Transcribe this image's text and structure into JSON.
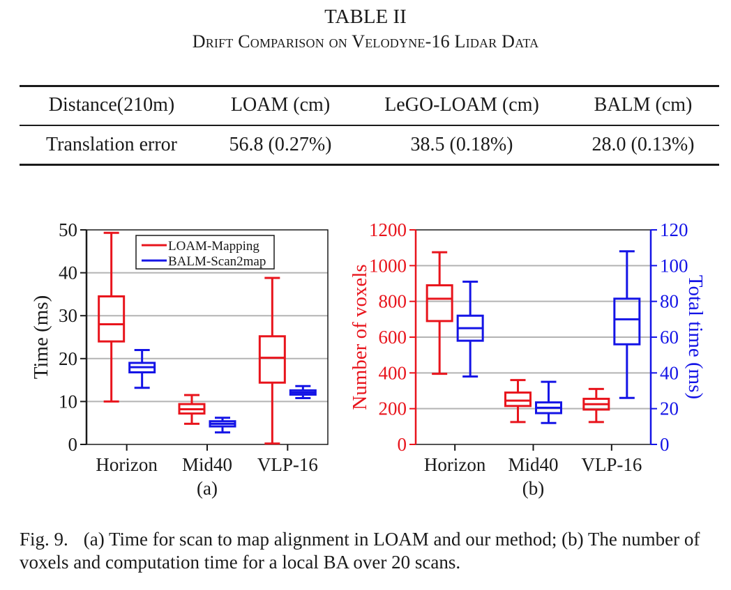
{
  "table": {
    "number": "TABLE II",
    "title": "Drift Comparison on Velodyne-16 Lidar Data",
    "headers": [
      "Distance(210m)",
      "LOAM (cm)",
      "LeGO-LOAM (cm)",
      "BALM (cm)"
    ],
    "rows": [
      [
        "Translation error",
        "56.8 (0.27%)",
        "38.5 (0.18%)",
        "28.0 (0.13%)"
      ]
    ]
  },
  "chart_data": [
    {
      "type": "box",
      "sublabel": "(a)",
      "categories": [
        "Horizon",
        "Mid40",
        "VLP-16"
      ],
      "ylabel": "Time (ms)",
      "ylim": [
        0,
        50
      ],
      "yticks": [
        0,
        10,
        20,
        30,
        40,
        50
      ],
      "grid": true,
      "legend_position": "top-right",
      "series": [
        {
          "name": "LOAM-Mapping",
          "color": "#e8141c",
          "boxes": [
            {
              "min": 10,
              "q1": 24,
              "median": 28,
              "q3": 34.5,
              "max": 49.3
            },
            {
              "min": 4.8,
              "q1": 7.2,
              "median": 8.2,
              "q3": 9.4,
              "max": 11.5
            },
            {
              "min": 0.2,
              "q1": 14.4,
              "median": 20.2,
              "q3": 25.2,
              "max": 38.8
            }
          ]
        },
        {
          "name": "BALM-Scan2map",
          "color": "#1414e6",
          "boxes": [
            {
              "min": 13.2,
              "q1": 16.8,
              "median": 18,
              "q3": 19,
              "max": 22
            },
            {
              "min": 2.8,
              "q1": 4.2,
              "median": 4.8,
              "q3": 5.4,
              "max": 6.2
            },
            {
              "min": 10.8,
              "q1": 11.6,
              "median": 12.1,
              "q3": 12.6,
              "max": 13.6
            }
          ]
        }
      ]
    },
    {
      "type": "box",
      "sublabel": "(b)",
      "categories": [
        "Horizon",
        "Mid40",
        "VLP-16"
      ],
      "ylabel": "Number of voxels",
      "ylim": [
        0,
        1200
      ],
      "yticks": [
        0,
        200,
        400,
        600,
        800,
        1000,
        1200
      ],
      "y2label": "Total time (ms)",
      "y2lim": [
        0,
        120
      ],
      "y2ticks": [
        0,
        20,
        40,
        60,
        80,
        100,
        120
      ],
      "grid": true,
      "series": [
        {
          "axis": "left",
          "color": "#e8141c",
          "boxes": [
            {
              "min": 395,
              "q1": 690,
              "median": 815,
              "q3": 890,
              "max": 1075
            },
            {
              "min": 125,
              "q1": 215,
              "median": 245,
              "q3": 290,
              "max": 360
            },
            {
              "min": 125,
              "q1": 195,
              "median": 225,
              "q3": 255,
              "max": 310
            }
          ]
        },
        {
          "axis": "right",
          "color": "#1414e6",
          "boxes": [
            {
              "min": 38,
              "q1": 58,
              "median": 65,
              "q3": 72,
              "max": 91
            },
            {
              "min": 12,
              "q1": 17.5,
              "median": 20.5,
              "q3": 23.5,
              "max": 35
            },
            {
              "min": 26,
              "q1": 56,
              "median": 70,
              "q3": 81.5,
              "max": 108
            }
          ]
        }
      ]
    }
  ],
  "caption": {
    "tag": "Fig. 9.",
    "text": "(a) Time for scan to map alignment in LOAM and our method; (b) The number of voxels and computation time for a local BA over 20 scans."
  }
}
